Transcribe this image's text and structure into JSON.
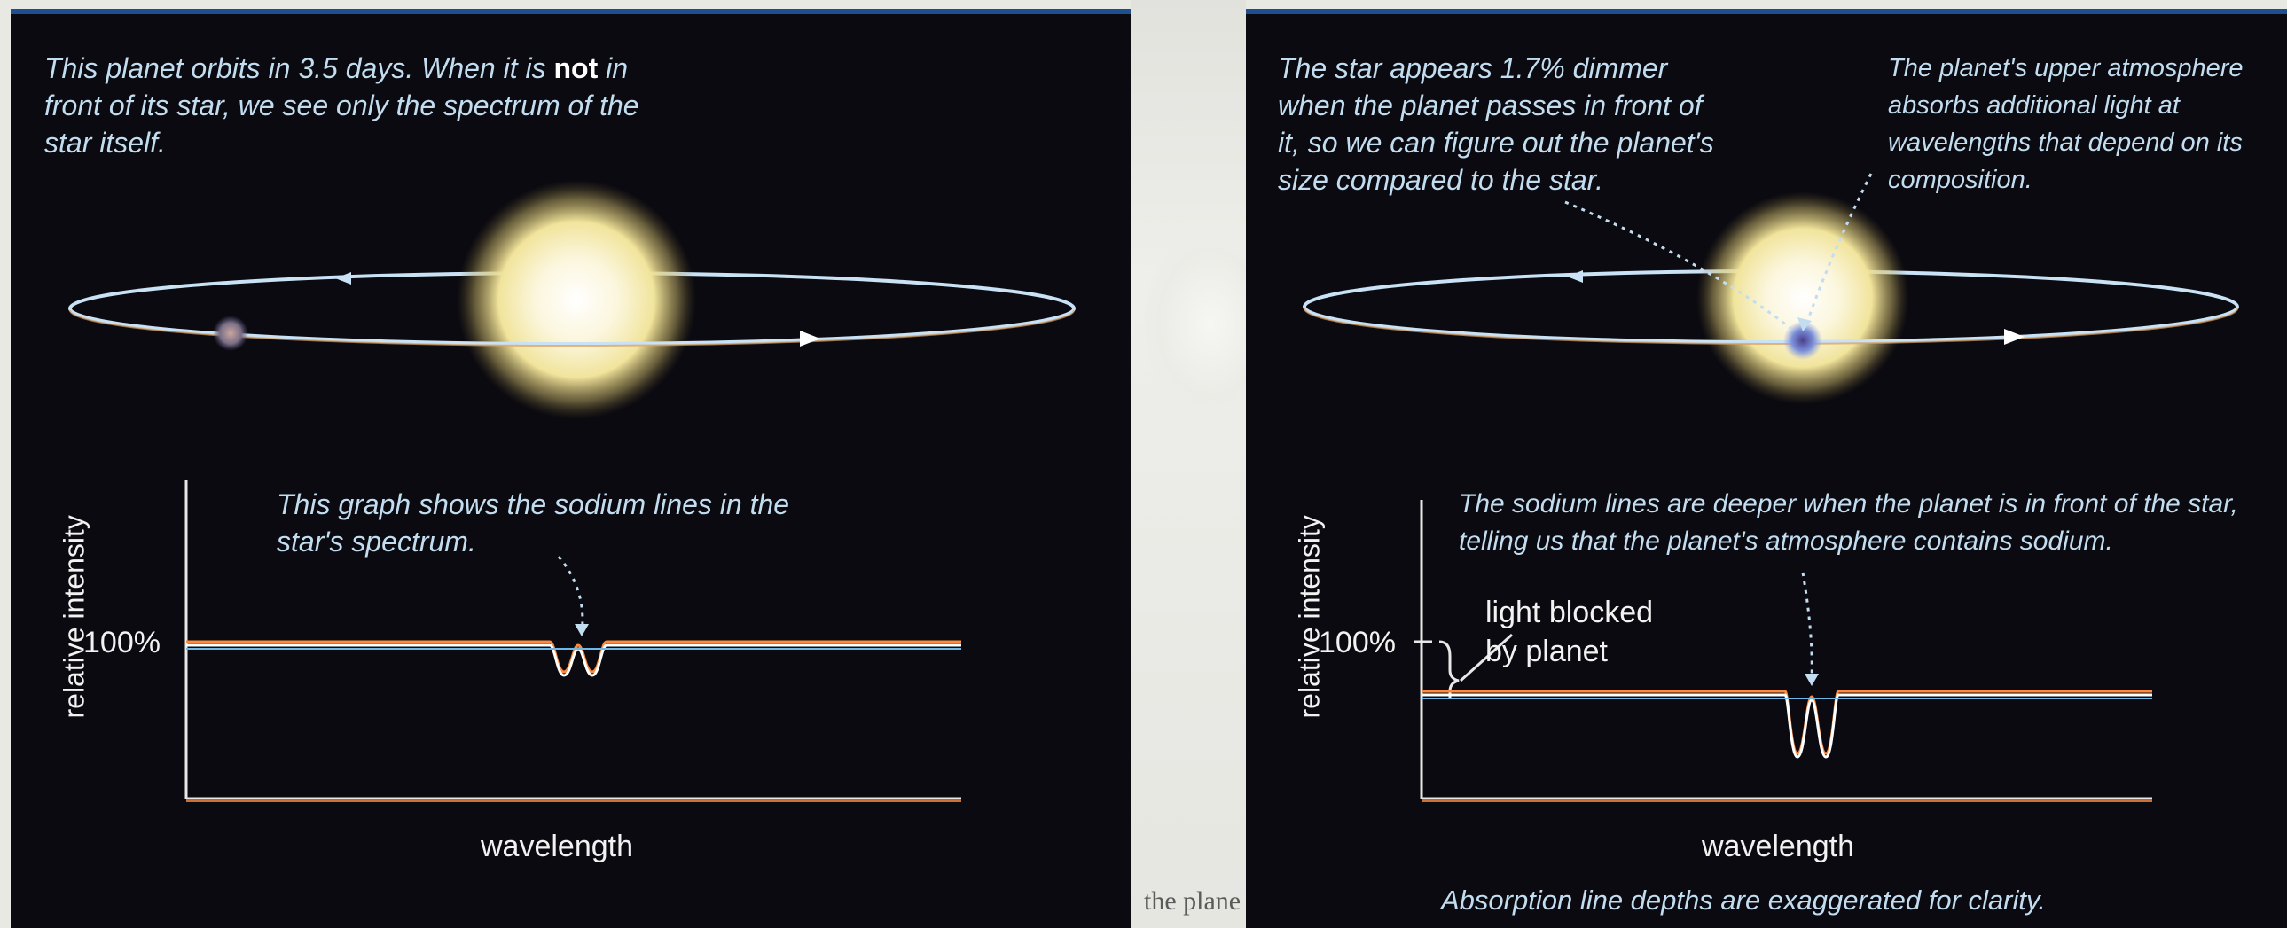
{
  "left_panel": {
    "caption": {
      "part1": "This planet orbits in 3.5 days. When it is",
      "emphasis": "not",
      "part2": "in front of its star, we see only the spectrum of the star itself."
    },
    "graph_caption": "This graph shows the sodium lines in the star's spectrum.",
    "y_axis_label": "relative intensity",
    "percent_label": "100%",
    "x_axis_label": "wavelength"
  },
  "right_panel": {
    "caption_dimmer": "The star appears 1.7% dimmer when the planet passes in front of it, so we can figure out the planet's size compared to the star.",
    "caption_atmosphere": "The planet's upper atmosphere absorbs additional light at wavelengths that depend on its composition.",
    "graph_caption": "The sodium lines are deeper when the planet is in front of the star, telling us that the planet's atmosphere contains sodium.",
    "y_axis_label": "relative intensity",
    "percent_label": "100%",
    "blocked_label_line1": "light blocked",
    "blocked_label_line2": "by planet",
    "x_axis_label": "wavelength",
    "footnote": "Absorption line depths are exaggerated for clarity."
  },
  "background_strip": {
    "visible_text": "the planet"
  },
  "colors": {
    "panel_background": "#0b0a10",
    "caption_text": "#c2ddf0",
    "orbit": "#c9e2f5",
    "spectrum_line": "#ff8a3d",
    "panel_border": "#1f4f8e"
  }
}
